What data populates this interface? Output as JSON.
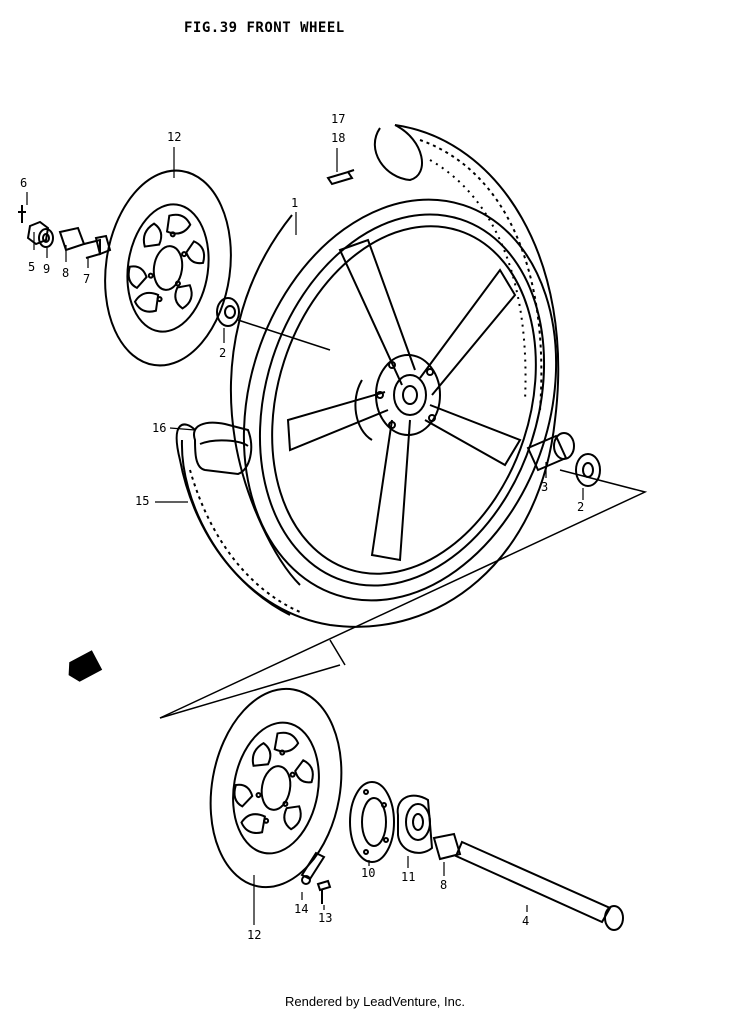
{
  "title": "FIG.39  FRONT WHEEL",
  "footer": "Rendered by LeadVenture, Inc.",
  "callouts": {
    "c1": "1",
    "c2a": "2",
    "c2b": "2",
    "c3": "3",
    "c4": "4",
    "c5": "5",
    "c6": "6",
    "c7": "7",
    "c8a": "8",
    "c8b": "8",
    "c9": "9",
    "c10": "10",
    "c11a": "11",
    "c12a": "12",
    "c12b": "12",
    "c13": "13",
    "c14": "14",
    "c15": "15",
    "c16": "16",
    "c17": "17",
    "c18": "18"
  }
}
